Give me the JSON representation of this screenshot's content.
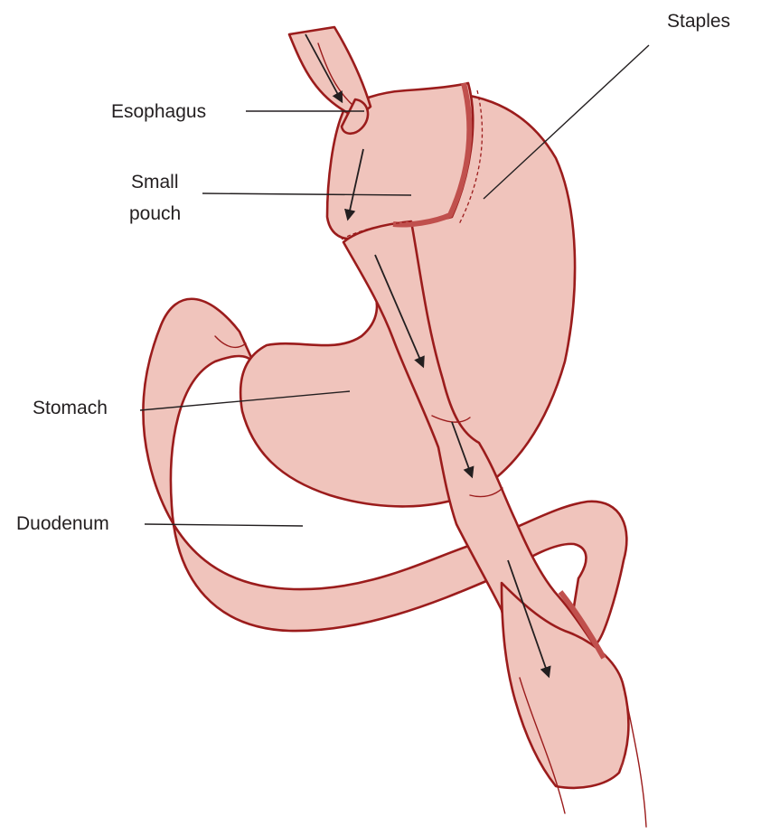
{
  "colors": {
    "tissue_fill": "#f0c4bc",
    "tissue_outline": "#9b1c1c",
    "staple_line": "#c0504d",
    "label_text": "#231f20",
    "background": "#ffffff"
  },
  "labels": {
    "staples": "Staples",
    "esophagus": "Esophagus",
    "small_pouch_line1": "Small",
    "small_pouch_line2": "pouch",
    "stomach": "Stomach",
    "duodenum": "Duodenum"
  }
}
